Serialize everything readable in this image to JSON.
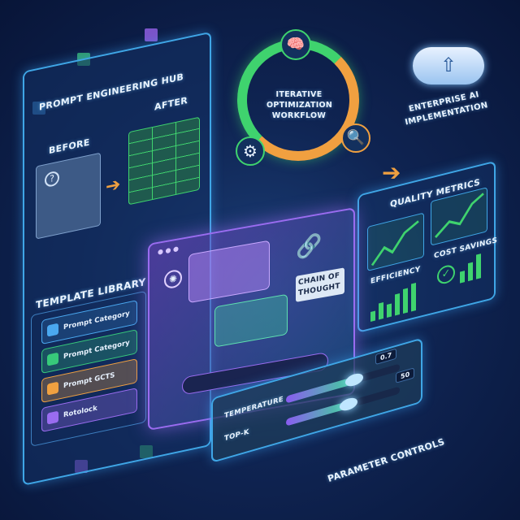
{
  "hub": {
    "title": "Prompt Engineering Hub",
    "before": "Before",
    "after": "After"
  },
  "library": {
    "title": "Template Library",
    "items": [
      {
        "label": "Prompt Category",
        "color": "#4aa8f0"
      },
      {
        "label": "Prompt Category",
        "color": "#37c97a"
      },
      {
        "label": "Prompt GCTS",
        "color": "#f0a040"
      },
      {
        "label": "Rotolock",
        "color": "#9a6cf0"
      }
    ]
  },
  "workflow": {
    "title": "Iterative Optimization Workflow",
    "icons": [
      "brain-icon",
      "gear-icon",
      "magnifier-icon"
    ]
  },
  "enterprise": {
    "title": "Enterprise AI Implementation"
  },
  "metrics": {
    "title": "Quality Metrics",
    "efficiency": "Efficiency",
    "cost": "Cost Savings"
  },
  "center": {
    "chain": "Chain of Thought"
  },
  "params": {
    "title": "Parameter Controls",
    "temperature": {
      "label": "Temperature",
      "value": "0.7",
      "level": 0.6
    },
    "topk": {
      "label": "Top-K",
      "value": "50",
      "level": 0.55
    }
  },
  "colors": {
    "accent": "#3fa6e6",
    "green": "#3fd36e",
    "orange": "#f0a040",
    "purple": "#9a6cf0"
  }
}
